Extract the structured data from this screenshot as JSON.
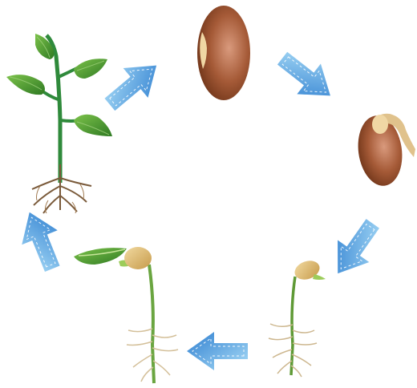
{
  "diagram": {
    "stages": [
      {
        "name": "seed"
      },
      {
        "name": "germinating-seed"
      },
      {
        "name": "sprout"
      },
      {
        "name": "seedling"
      },
      {
        "name": "young-plant"
      }
    ],
    "arrow_count": 5
  },
  "colors": {
    "seed_brown": "#8b4a2c",
    "seed_highlight": "#c9836a",
    "stem_green": "#4f8f2a",
    "leaf_green": "#5aa33a",
    "root_tan": "#c8b08a",
    "arrow_blue_light": "#8fd0f3",
    "arrow_blue_dark": "#2d78c8"
  }
}
